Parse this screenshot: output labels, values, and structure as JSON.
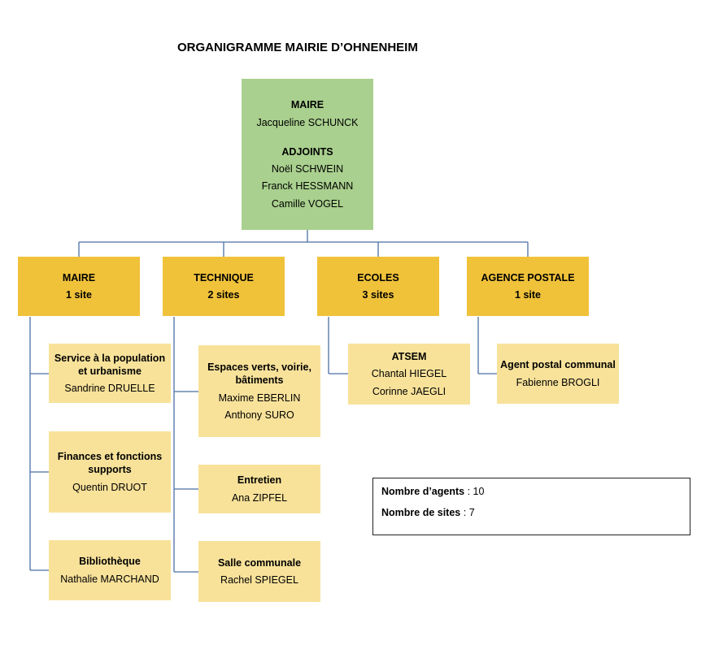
{
  "title": "ORGANIGRAMME MAIRIE D’OHNENHEIM",
  "colors": {
    "lead": "#a9d08e",
    "department": "#f0c23a",
    "unit": "#f8e29a",
    "connector": "#4a6fa5"
  },
  "top": {
    "maire_heading": "MAIRE",
    "maire_name": "Jacqueline SCHUNCK",
    "adjoints_heading": "ADJOINTS",
    "adjoints": [
      "Noël SCHWEIN",
      "Franck HESSMANN",
      "Camille VOGEL"
    ]
  },
  "departments": [
    {
      "name": "MAIRE",
      "sites": "1 site"
    },
    {
      "name": "TECHNIQUE",
      "sites": "2 sites"
    },
    {
      "name": "ECOLES",
      "sites": "3 sites"
    },
    {
      "name": "AGENCE POSTALE",
      "sites": "1 site"
    }
  ],
  "units": {
    "service_population": {
      "title": "Service à la population et urbanisme",
      "people": [
        "Sandrine DRUELLE"
      ]
    },
    "finances": {
      "title": "Finances et fonctions supports",
      "people": [
        "Quentin DRUOT"
      ]
    },
    "bibliotheque": {
      "title": "Bibliothèque",
      "people": [
        "Nathalie MARCHAND"
      ]
    },
    "espaces_verts": {
      "title": "Espaces verts, voirie, bâtiments",
      "people": [
        "Maxime EBERLIN",
        "Anthony SURO"
      ]
    },
    "entretien": {
      "title": "Entretien",
      "people": [
        "Ana ZIPFEL"
      ]
    },
    "salle": {
      "title": "Salle communale",
      "people": [
        "Rachel SPIEGEL"
      ]
    },
    "atsem": {
      "title": "ATSEM",
      "people": [
        "Chantal HIEGEL",
        "Corinne JAEGLI"
      ]
    },
    "agent_postal": {
      "title": "Agent postal communal",
      "people": [
        "Fabienne BROGLI"
      ]
    }
  },
  "summary": {
    "agents_label": "Nombre d’agents",
    "agents_value": ": 10",
    "sites_label": "Nombre de sites",
    "sites_value": ": 7"
  }
}
